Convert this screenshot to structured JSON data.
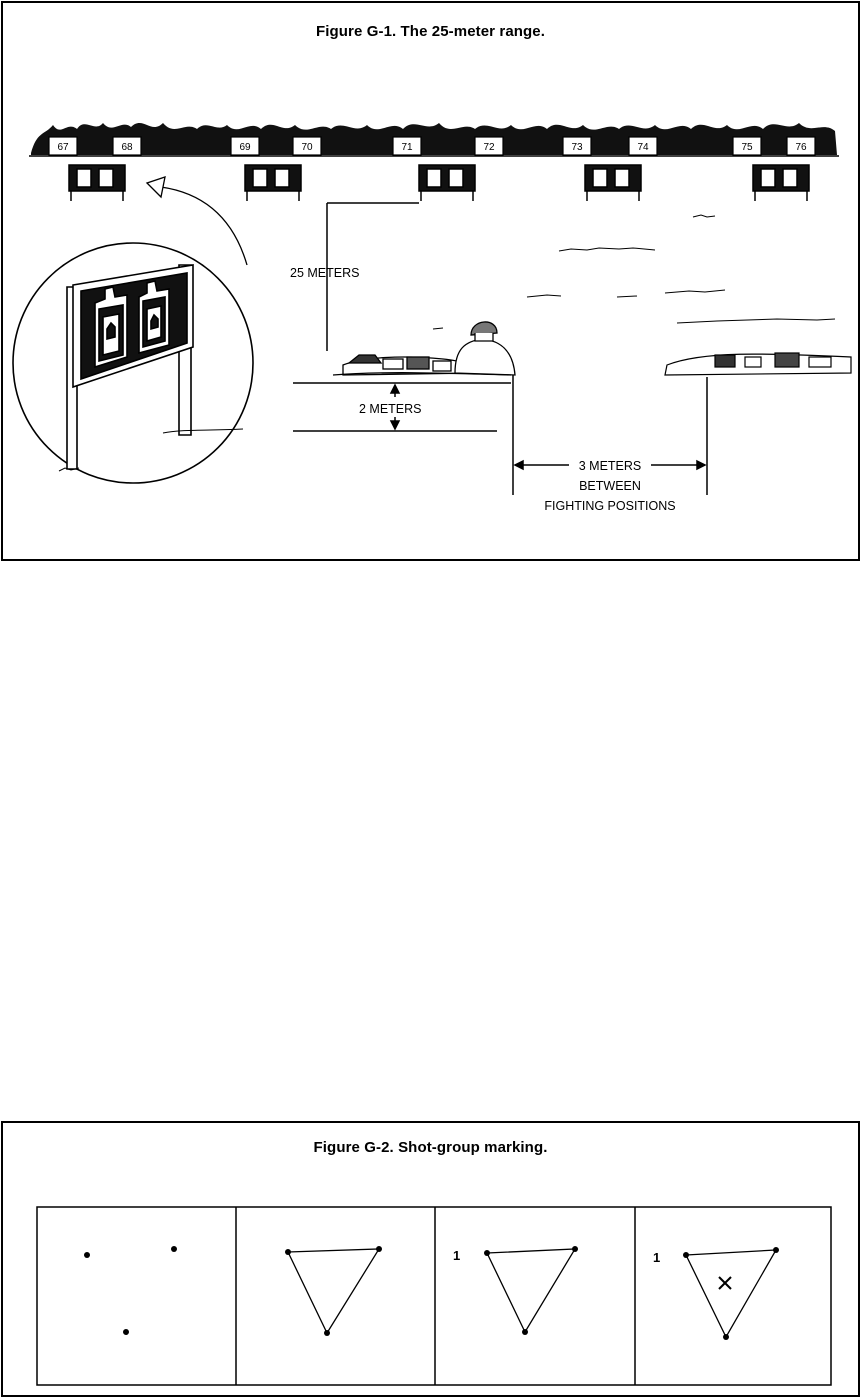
{
  "figure1": {
    "caption": "Figure G-1. The 25-meter range.",
    "target_numbers": [
      "67",
      "68",
      "69",
      "70",
      "71",
      "72",
      "73",
      "74",
      "75",
      "76"
    ],
    "labels": {
      "distance_25": "25 METERS",
      "distance_2": "2 METERS",
      "between_line1": "3 METERS",
      "between_line2": "BETWEEN",
      "between_line3": "FIGHTING POSITIONS"
    }
  },
  "figure2": {
    "caption": "Figure G-2. Shot-group marking.",
    "panel_numbers": [
      "1",
      "1"
    ]
  }
}
